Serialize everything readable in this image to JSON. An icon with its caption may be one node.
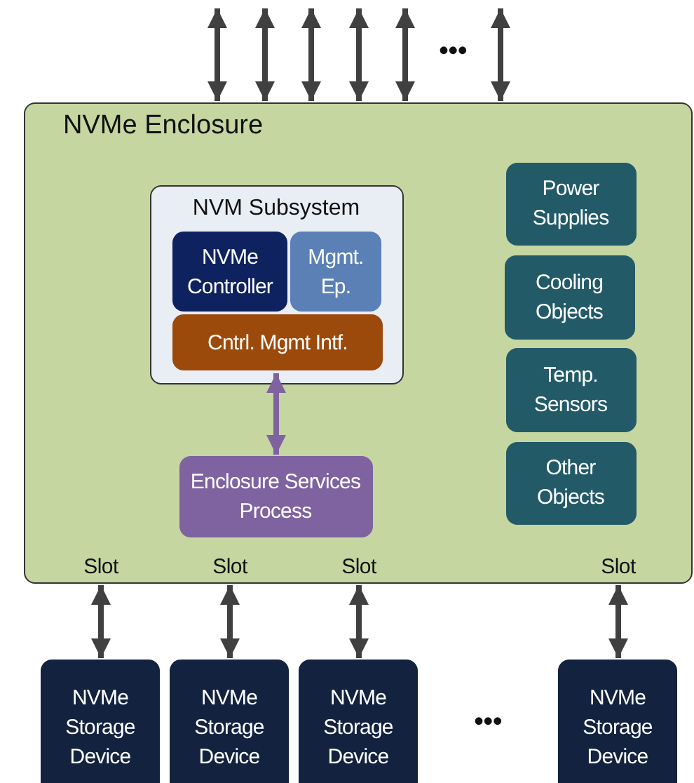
{
  "diagram": {
    "nodes": [
      {
        "text": [
          "NVMe Enclosure"
        ]
      },
      {
        "text": [
          "NVM Subsystem"
        ],
        "in": 0
      },
      {
        "text": [
          "NVMe Controller"
        ],
        "in": 1
      },
      {
        "text": [
          "Mgmt. Ep."
        ],
        "in": 1
      },
      {
        "text": [
          "Cntrl. Mgmt Intf."
        ],
        "in": 1
      },
      {
        "text": [
          "Enclosure Services Process"
        ],
        "in": 0
      },
      {
        "text": [
          "Power Supplies"
        ],
        "in": 0
      },
      {
        "text": [
          "Cooling Objects"
        ],
        "in": 0
      },
      {
        "text": [
          "Temp. Sensors"
        ],
        "in": 0
      },
      {
        "text": [
          "Other Objects"
        ],
        "in": 0
      },
      {
        "text": [
          "NVMe Storage Device"
        ]
      },
      {
        "text": [
          "NVMe Storage Device"
        ]
      },
      {
        "text": [
          "NVMe Storage Device"
        ]
      },
      {
        "text": [
          "NVMe Storage Device"
        ]
      }
    ],
    "edges": [
      {
        "from": null,
        "to": 0,
        "arrow": "both"
      },
      {
        "from": null,
        "to": 0,
        "arrow": "both"
      },
      {
        "from": null,
        "to": 0,
        "arrow": "both"
      },
      {
        "from": null,
        "to": 0,
        "arrow": "both"
      },
      {
        "from": null,
        "to": 0,
        "arrow": "both"
      },
      {
        "from": null,
        "to": 0,
        "arrow": "both"
      },
      {
        "from": 4,
        "to": 5,
        "arrow": "both",
        "color": "#7e63a0"
      },
      {
        "from": 0,
        "to": 10,
        "arrow": "both"
      },
      {
        "from": 0,
        "to": 11,
        "arrow": "both"
      },
      {
        "from": 0,
        "to": 12,
        "arrow": "both"
      },
      {
        "from": 0,
        "to": 13,
        "arrow": "both"
      }
    ],
    "labels": [
      "•••",
      "Slot",
      "Slot",
      "Slot",
      "Slot",
      "•••"
    ]
  }
}
